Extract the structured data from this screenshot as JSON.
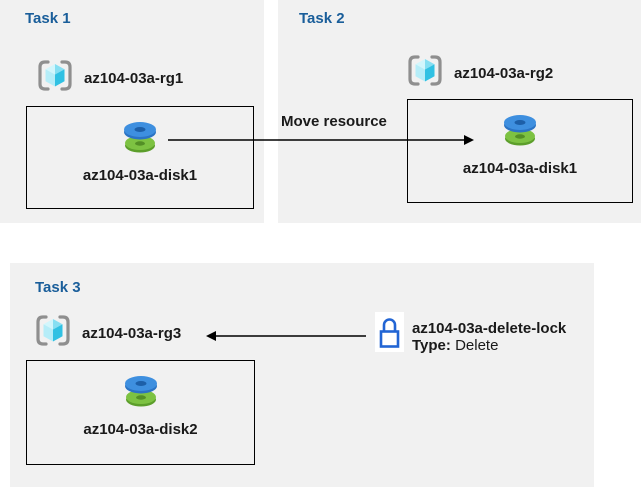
{
  "tasks": [
    {
      "title": "Task 1",
      "resource_group": "az104-03a-rg1",
      "disk": "az104-03a-disk1"
    },
    {
      "title": "Task 2",
      "resource_group": "az104-03a-rg2",
      "disk": "az104-03a-disk1"
    },
    {
      "title": "Task 3",
      "resource_group": "az104-03a-rg3",
      "disk": "az104-03a-disk2"
    }
  ],
  "move_arrow": {
    "label": "Move resource"
  },
  "lock": {
    "name": "az104-03a-delete-lock",
    "type_label": "Type:",
    "type_value": "Delete"
  },
  "icons": {
    "resource_group": "resource-group-icon",
    "disk": "disk-icon",
    "lock": "lock-icon"
  },
  "colors": {
    "panel_background": "#f1f1f1",
    "title_blue": "#1a5e9a",
    "text": "#1a1a1a",
    "arrow": "#000000",
    "lock_blue": "#2265d4",
    "disk_blue_top": "#3e8fdf",
    "disk_blue_side": "#2b73c4",
    "disk_green_top": "#7dc242",
    "disk_green_side": "#5c9e2b",
    "cube_cyan": "#30c1e3",
    "bracket_gray": "#8f8f8f"
  }
}
